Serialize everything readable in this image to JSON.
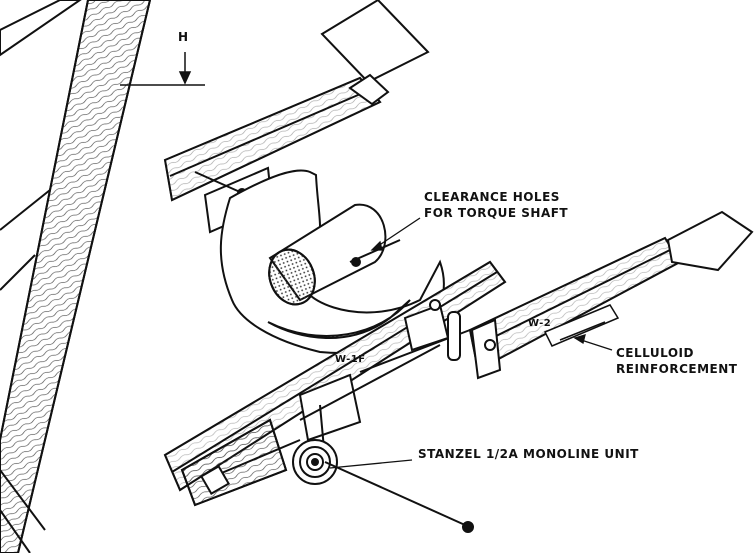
{
  "labels": {
    "h": "H",
    "clearance_line1": "CLEARANCE HOLES",
    "clearance_line2": "FOR TORQUE SHAFT",
    "w2": "W-2",
    "celluloid_line1": "CELLULOID",
    "celluloid_line2": "REINFORCEMENT",
    "w1f": "W-1F",
    "stanzel": "STANZEL 1/2A MONOLINE UNIT"
  },
  "colors": {
    "ink": "#111111",
    "paper": "#ffffff",
    "hatch": "#444444"
  }
}
